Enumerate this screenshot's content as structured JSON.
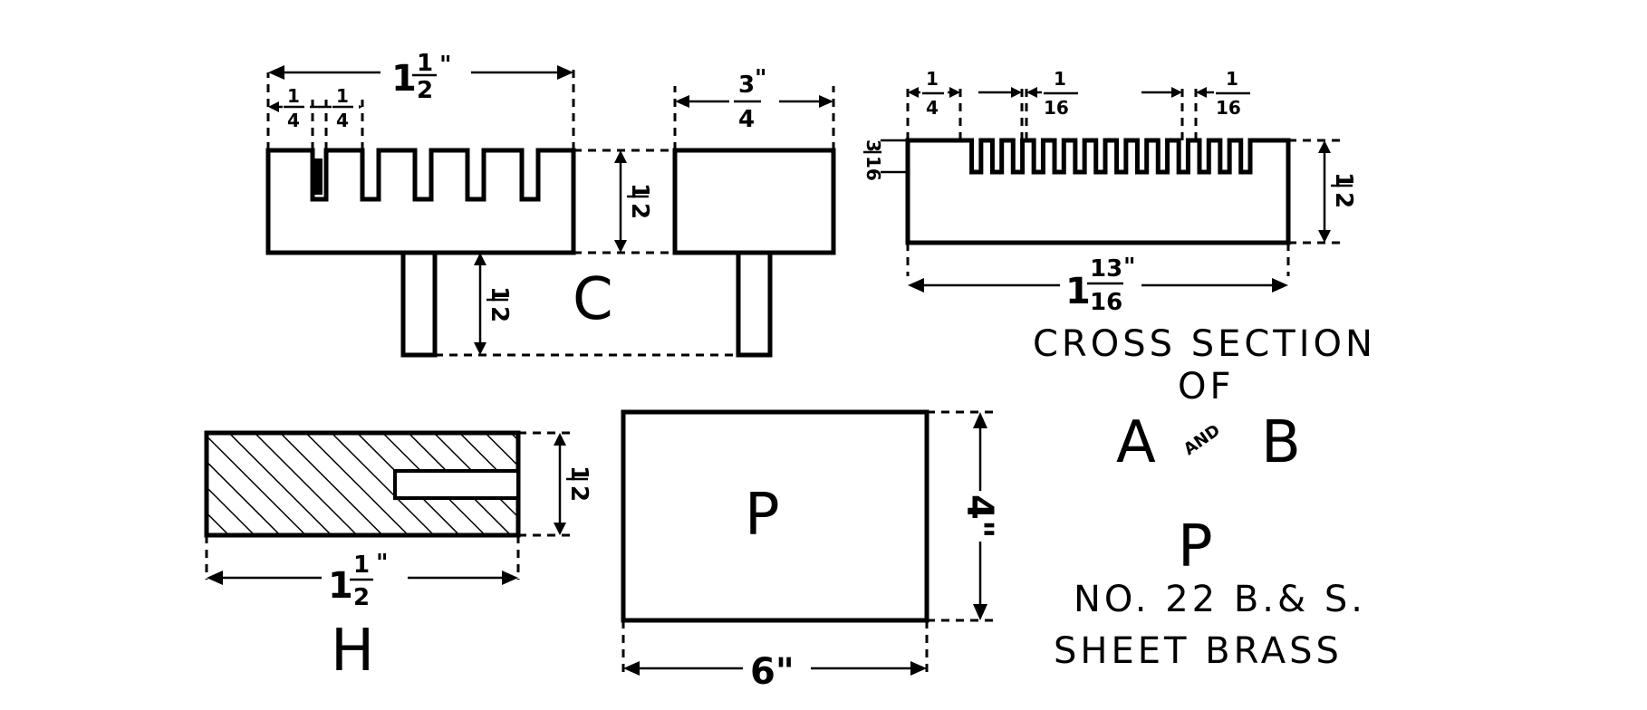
{
  "part_c": {
    "label": "C",
    "width_whole": "1",
    "width_frac_num": "1",
    "width_frac_den": "2",
    "tooth_num": "1",
    "tooth_den": "4",
    "gap_num": "1",
    "gap_den": "4",
    "height_num": "1",
    "height_den": "2",
    "stem_num": "1",
    "stem_den": "2",
    "side_width_num": "3",
    "side_width_den": "4"
  },
  "cross_section": {
    "tooth_num": "1",
    "tooth_den": "4",
    "slot_num": "1",
    "slot_den": "16",
    "slot2_num": "1",
    "slot2_den": "16",
    "depth_num": "3",
    "depth_den": "16",
    "height_num": "1",
    "height_den": "2",
    "length_whole": "1",
    "length_num": "13",
    "length_den": "16",
    "title_line1": "CROSS  SECTION",
    "title_line2": "OF",
    "title_a": "A",
    "title_and": "AND",
    "title_b": "B"
  },
  "part_h": {
    "label": "H",
    "width_whole": "1",
    "width_num": "1",
    "width_den": "2",
    "height_num": "1",
    "height_den": "2"
  },
  "part_p": {
    "label": "P",
    "width": "6\"",
    "height": "4\"",
    "note_label": "P",
    "note_line1": "NO. 22  B.& S.",
    "note_line2": "SHEET  BRASS"
  }
}
